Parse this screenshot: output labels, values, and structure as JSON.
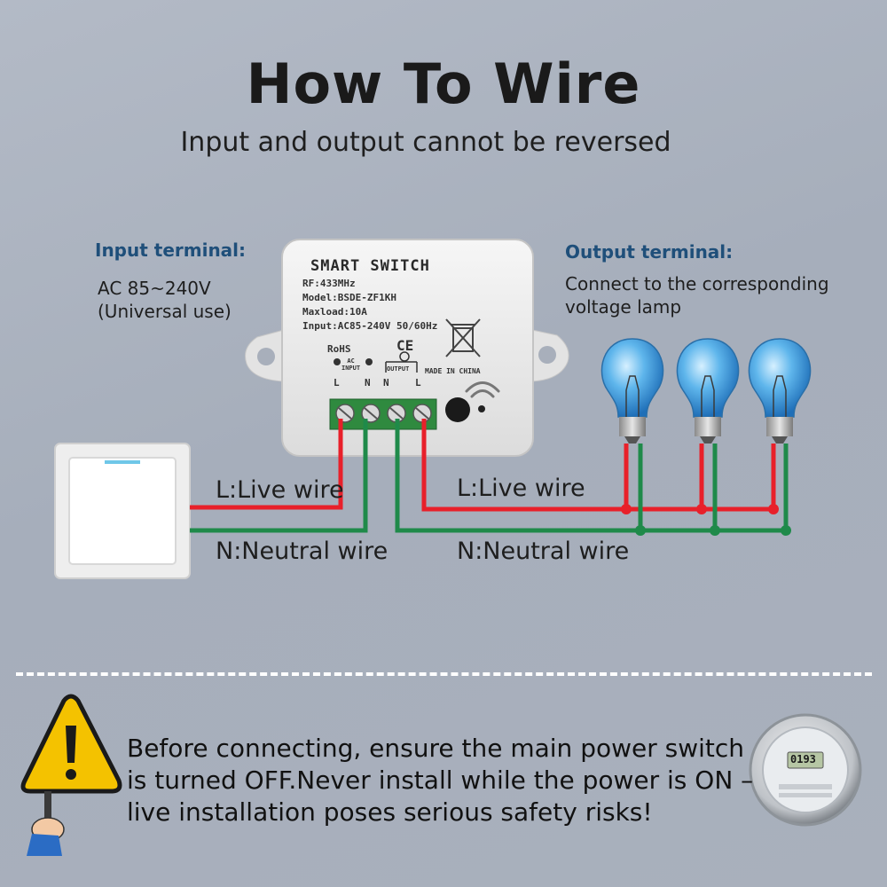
{
  "title": "How To Wire",
  "subtitle": "Input and output cannot be reversed",
  "input_terminal": {
    "heading": "Input terminal:",
    "line1": "AC 85~240V",
    "line2": "(Universal use)"
  },
  "output_terminal": {
    "heading": "Output terminal:",
    "line1": "Connect to the corresponding",
    "line2": "voltage lamp"
  },
  "device": {
    "name": "SMART SWITCH",
    "rf": "RF:433MHz",
    "model": "Model:BSDE-ZF1KH",
    "maxload": "Maxload:10A",
    "input": "Input:AC85-240V 50/60Hz",
    "rohs": "RoHS",
    "ce": "CE",
    "made_in": "MADE IN CHINA",
    "ac_input_label": "AC\nINPUT",
    "output_label": "OUTPUT",
    "terminal_letters": [
      "L",
      "N",
      "N",
      "L"
    ]
  },
  "wires": {
    "left_live": "L:Live wire",
    "left_neutral": "N:Neutral wire",
    "right_live": "L:Live wire",
    "right_neutral": "N:Neutral wire"
  },
  "warning": {
    "text": "Before connecting, ensure the main power switch is turned OFF.Never install while the power is ON – live installation poses serious safety risks!"
  },
  "meter": {
    "display": "0193"
  },
  "colors": {
    "live": "#e8202a",
    "neutral": "#1f8a4a",
    "heading_blue": "#1f4f7a",
    "bulb_blue": "#4aa3e0",
    "warning_yellow": "#f4c200"
  },
  "icons": [
    "warning-sign-icon",
    "wireless-signal-icon",
    "wheelie-bin-icon",
    "light-bulb-icon",
    "electric-meter-icon"
  ]
}
